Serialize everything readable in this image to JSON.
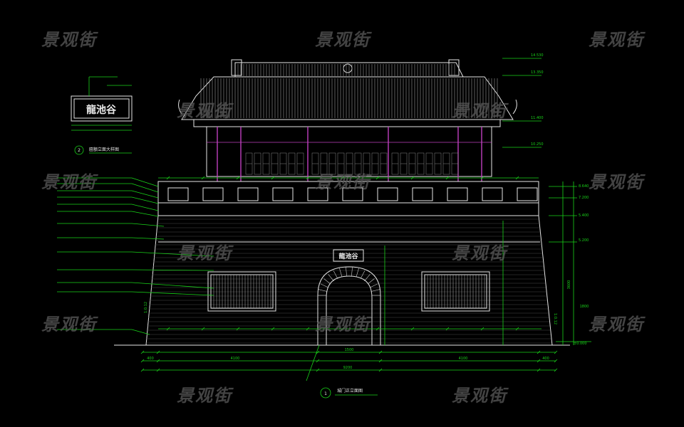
{
  "watermark": "景观街",
  "plaque_text": "龍池谷",
  "scale": {
    "left_slope": "1:0.12",
    "right_slope": "1:0.12"
  },
  "dims": {
    "total_width": "9200",
    "half_left": "4100",
    "half_right": "4100",
    "gate_width": "1500",
    "pier_left": "400",
    "pier_right": "400",
    "height_main": "3600",
    "height_lower": "1800"
  },
  "elevations": {
    "e1": "14.530",
    "e2": "13.350",
    "e3": "11.400",
    "e4": "10.250",
    "e5": "8.640",
    "e6": "7.200",
    "e7": "5.400",
    "e8": "5.200",
    "e9": "±0.000"
  },
  "titles": {
    "main": "城门正立面图",
    "main_number": "1",
    "detail": "匾额立面大样图",
    "detail_number": "2"
  },
  "colors": {
    "dim_line": "#19d319",
    "outline": "#e6e6e6",
    "column": "#c040c0",
    "background": "#000000"
  }
}
